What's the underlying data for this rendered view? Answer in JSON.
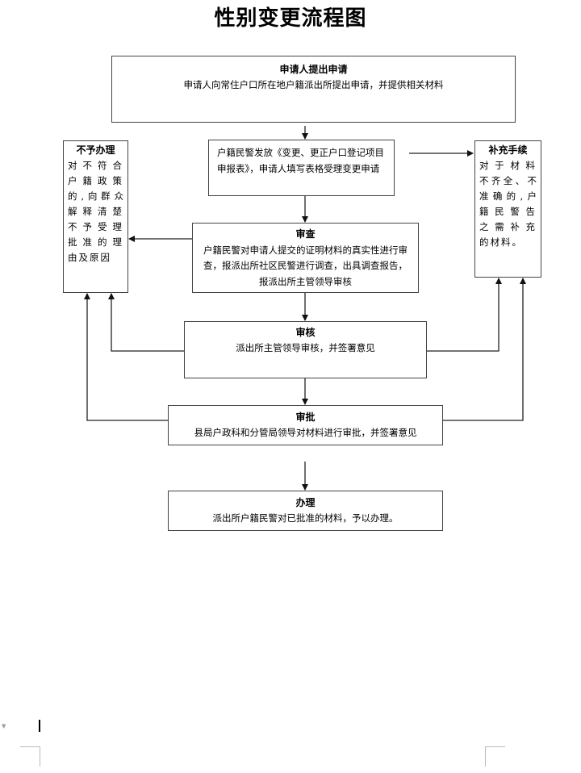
{
  "title": "性别变更流程图",
  "nodes": {
    "apply": {
      "heading": "申请人提出申请",
      "text": "申请人向常住户口所在地户籍派出所提出申请，并提供相关材料"
    },
    "form": {
      "text": "户籍民警发放《变更、更正户口登记项目申报表》，申请人填写表格受理变更申请"
    },
    "reject": {
      "heading": "不予办理",
      "lines": [
        "对不符合",
        "户籍政策",
        "的,向群众",
        "解释清楚",
        "不予受理",
        "批准的理",
        "由及原因"
      ]
    },
    "supplement": {
      "heading": "补充手续",
      "lines": [
        "对于材料",
        "不齐全、不",
        "准确的,户",
        "籍民警告",
        "之需补充",
        "的材料。"
      ]
    },
    "review": {
      "heading": "审查",
      "text": "户籍民警对申请人提交的证明材料的真实性进行审查，报派出所社区民警进行调查，出具调查报告，报派出所主管领导审核"
    },
    "audit": {
      "heading": "审核",
      "text": "派出所主管领导审核，并签署意见"
    },
    "approve": {
      "heading": "审批",
      "text": "县局户政科和分管局领导对材料进行审批，并签署意见"
    },
    "process": {
      "heading": "办理",
      "text": "派出所户籍民警对已批准的材料，予以办理。"
    }
  },
  "edges": [
    {
      "from": "apply",
      "to": "form"
    },
    {
      "from": "form",
      "to": "review"
    },
    {
      "from": "form",
      "to": "supplement"
    },
    {
      "from": "review",
      "to": "reject"
    },
    {
      "from": "review",
      "to": "audit"
    },
    {
      "from": "audit",
      "to": "approve"
    },
    {
      "from": "audit",
      "to": "reject"
    },
    {
      "from": "audit",
      "to": "supplement"
    },
    {
      "from": "approve",
      "to": "reject"
    },
    {
      "from": "approve",
      "to": "supplement"
    },
    {
      "from": "approve",
      "to": "process"
    }
  ],
  "colors": {
    "stroke": "#444444",
    "text": "#000000"
  }
}
